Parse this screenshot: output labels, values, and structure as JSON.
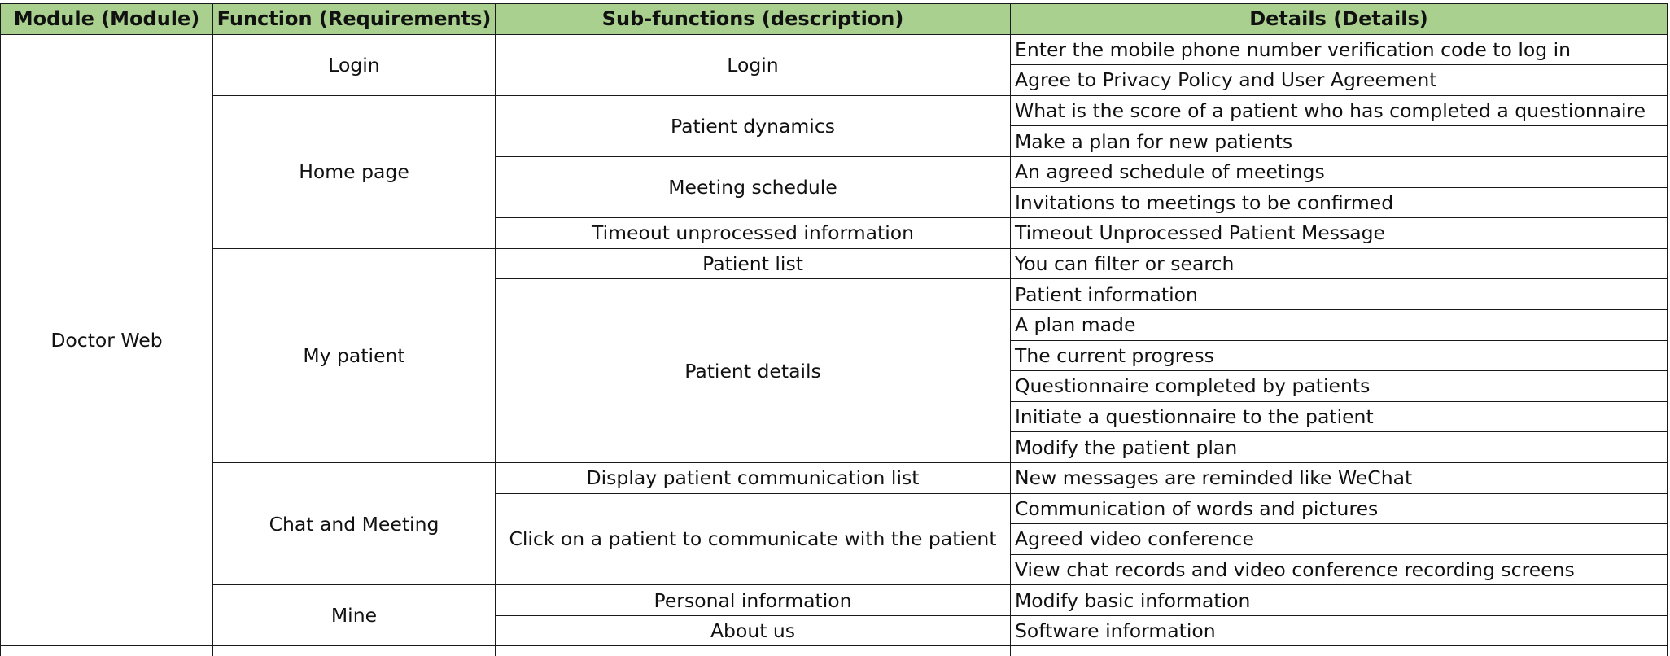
{
  "table": {
    "headers": [
      "Module (Module)",
      "Function (Requirements)",
      "Sub-functions (description)",
      "Details (Details)"
    ],
    "module": "Doctor Web",
    "functions": [
      "Login",
      "Home page",
      "My patient",
      "Chat and Meeting",
      "Mine"
    ],
    "subfunctions": [
      "Login",
      "Patient dynamics",
      "Meeting schedule",
      "Timeout unprocessed information",
      "Patient list",
      "Patient details",
      "Display patient communication list",
      "Click on a patient to communicate with the patient",
      "Personal information",
      "About us"
    ],
    "details": [
      "Enter the mobile phone number verification code to log in",
      "Agree to Privacy Policy and User Agreement",
      "What is the score of a patient who has completed a questionnaire",
      "Make a plan for new patients",
      "An agreed schedule of meetings",
      "Invitations to meetings to be confirmed",
      "Timeout Unprocessed Patient Message",
      "You can filter or search",
      "Patient information",
      "A plan made",
      "The current progress",
      "Questionnaire completed by patients",
      "Initiate a questionnaire to the patient",
      "Modify the patient plan",
      "New messages are reminded like WeChat",
      "Communication of words and pictures",
      "Agreed video conference",
      "View chat records and video conference recording screens",
      "Modify basic information",
      "Software information"
    ]
  }
}
